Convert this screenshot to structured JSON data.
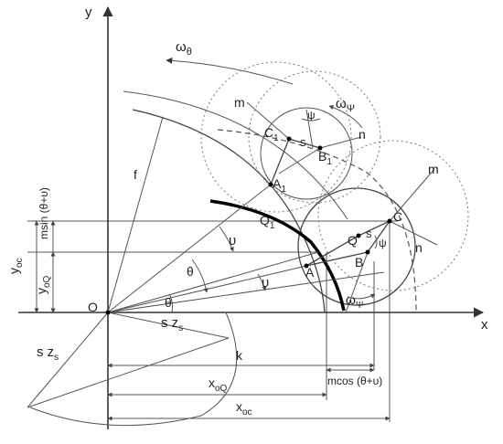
{
  "labels": {
    "axis_x": "x",
    "axis_y": "y",
    "origin": "O",
    "omega_theta_base": "ω",
    "omega_theta_sub": "θ",
    "omega_psi_base": "ω",
    "omega_psi_sub": "Ψ",
    "omega_psi_bottom_base": "ω",
    "omega_psi_bottom_sub": "Ψ",
    "m_top": "m",
    "m_right": "m",
    "n_top": "n",
    "n_right": "n",
    "psi_top": "ψ",
    "psi_right": "ψ",
    "s_top": "s",
    "s_right": "s",
    "C1_base": "C",
    "C1_sub": "1",
    "B1_base": "B",
    "B1_sub": "1",
    "A1_base": "A",
    "A1_sub": "1",
    "Q1_base": "Q",
    "Q1_sub": "1",
    "C": "C",
    "Q": "Q",
    "A": "A",
    "B": "B",
    "f": "f",
    "nu1": "υ",
    "nu2": "υ",
    "theta1": "θ",
    "theta2": "θ",
    "msin": "msin (θ+υ)",
    "y_oc_base": "y",
    "y_oc_sub": "oc",
    "y_oq_base": "y",
    "y_oq_sub": "oQ",
    "szs_mid_base": "s z",
    "szs_mid_sub": "s",
    "szs_left_base": "s z",
    "szs_left_sub": "s",
    "k": "k",
    "x_oq_base": "x",
    "x_oq_sub": "oQ",
    "x_oc_base": "x",
    "x_oc_sub": "oc",
    "mcos": "mcos (θ+υ)"
  }
}
